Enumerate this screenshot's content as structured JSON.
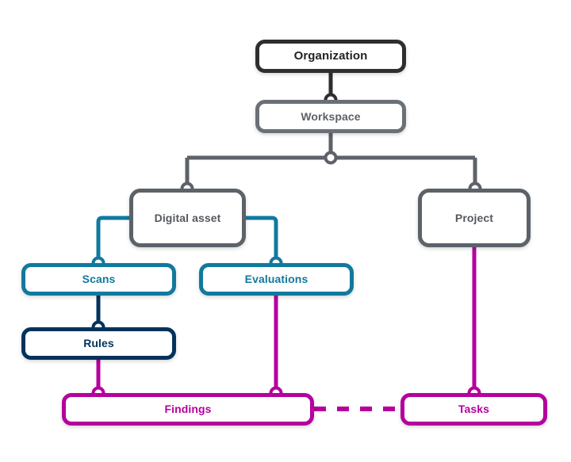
{
  "diagram": {
    "title": "",
    "background": "#ffffff",
    "colors": {
      "organization_dark": "#2e2e2e",
      "gray": "#5d6269",
      "teal": "#11799e",
      "navy": "#03335c",
      "magenta": "#b5009d",
      "connector_fill": "#ffffff"
    },
    "nodes": [
      {
        "id": "organization",
        "label": "Organization",
        "color": "#2e2e2e",
        "level": 0
      },
      {
        "id": "workspace",
        "label": "Workspace",
        "color": "#6b7077",
        "level": 1
      },
      {
        "id": "digital_asset",
        "label": "Digital asset",
        "color": "#5d6269",
        "level": 2
      },
      {
        "id": "project",
        "label": "Project",
        "color": "#5d6269",
        "level": 2
      },
      {
        "id": "scans",
        "label": "Scans",
        "color": "#11799e",
        "level": 3
      },
      {
        "id": "evaluations",
        "label": "Evaluations",
        "color": "#11799e",
        "level": 3
      },
      {
        "id": "rules",
        "label": "Rules",
        "color": "#03335c",
        "level": 4
      },
      {
        "id": "findings",
        "label": "Findings",
        "color": "#b5009d",
        "level": 5
      },
      {
        "id": "tasks",
        "label": "Tasks",
        "color": "#b5009d",
        "level": 5
      }
    ],
    "edges": [
      {
        "from": "organization",
        "to": "workspace",
        "color": "#2e2e2e",
        "style": "solid"
      },
      {
        "from": "workspace",
        "to": "digital_asset",
        "color": "#5d6269",
        "style": "solid"
      },
      {
        "from": "workspace",
        "to": "project",
        "color": "#5d6269",
        "style": "solid"
      },
      {
        "from": "digital_asset",
        "to": "scans",
        "color": "#11799e",
        "style": "solid"
      },
      {
        "from": "digital_asset",
        "to": "evaluations",
        "color": "#11799e",
        "style": "solid"
      },
      {
        "from": "scans",
        "to": "rules",
        "color": "#03335c",
        "style": "solid"
      },
      {
        "from": "rules",
        "to": "findings",
        "color": "#b5009d",
        "style": "solid"
      },
      {
        "from": "evaluations",
        "to": "findings",
        "color": "#b5009d",
        "style": "solid"
      },
      {
        "from": "project",
        "to": "tasks",
        "color": "#b5009d",
        "style": "solid"
      },
      {
        "from": "findings",
        "to": "tasks",
        "color": "#b5009d",
        "style": "dashed"
      }
    ]
  }
}
